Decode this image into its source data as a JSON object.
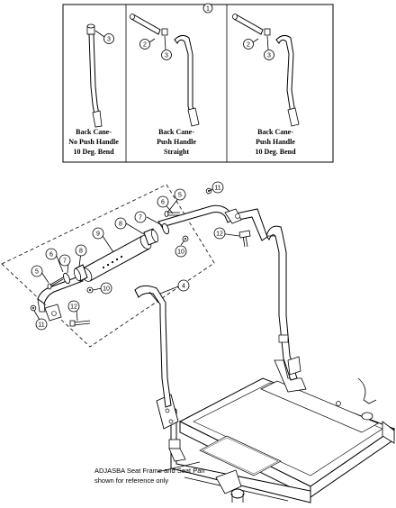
{
  "top_panel": {
    "group_callout": "1",
    "variants": [
      {
        "caption_lines": [
          "Back Cane-",
          "No Push Handle",
          "10 Deg. Bend"
        ],
        "callouts": [
          "3"
        ]
      },
      {
        "caption_lines": [
          "Back Cane-",
          "Push Handle",
          "Straight"
        ],
        "callouts": [
          "2",
          "3"
        ]
      },
      {
        "caption_lines": [
          "Back Cane-",
          "Push Handle",
          "10 Deg. Bend"
        ],
        "callouts": [
          "2",
          "3"
        ]
      }
    ]
  },
  "main_view": {
    "callouts": [
      "11",
      "5",
      "6",
      "7",
      "8",
      "9",
      "10",
      "12",
      "6",
      "7",
      "8",
      "5",
      "10",
      "4",
      "11",
      "12"
    ],
    "note_lines": [
      "ADJASBA Seat Frame and Seat Pan",
      "shown for reference only"
    ]
  }
}
